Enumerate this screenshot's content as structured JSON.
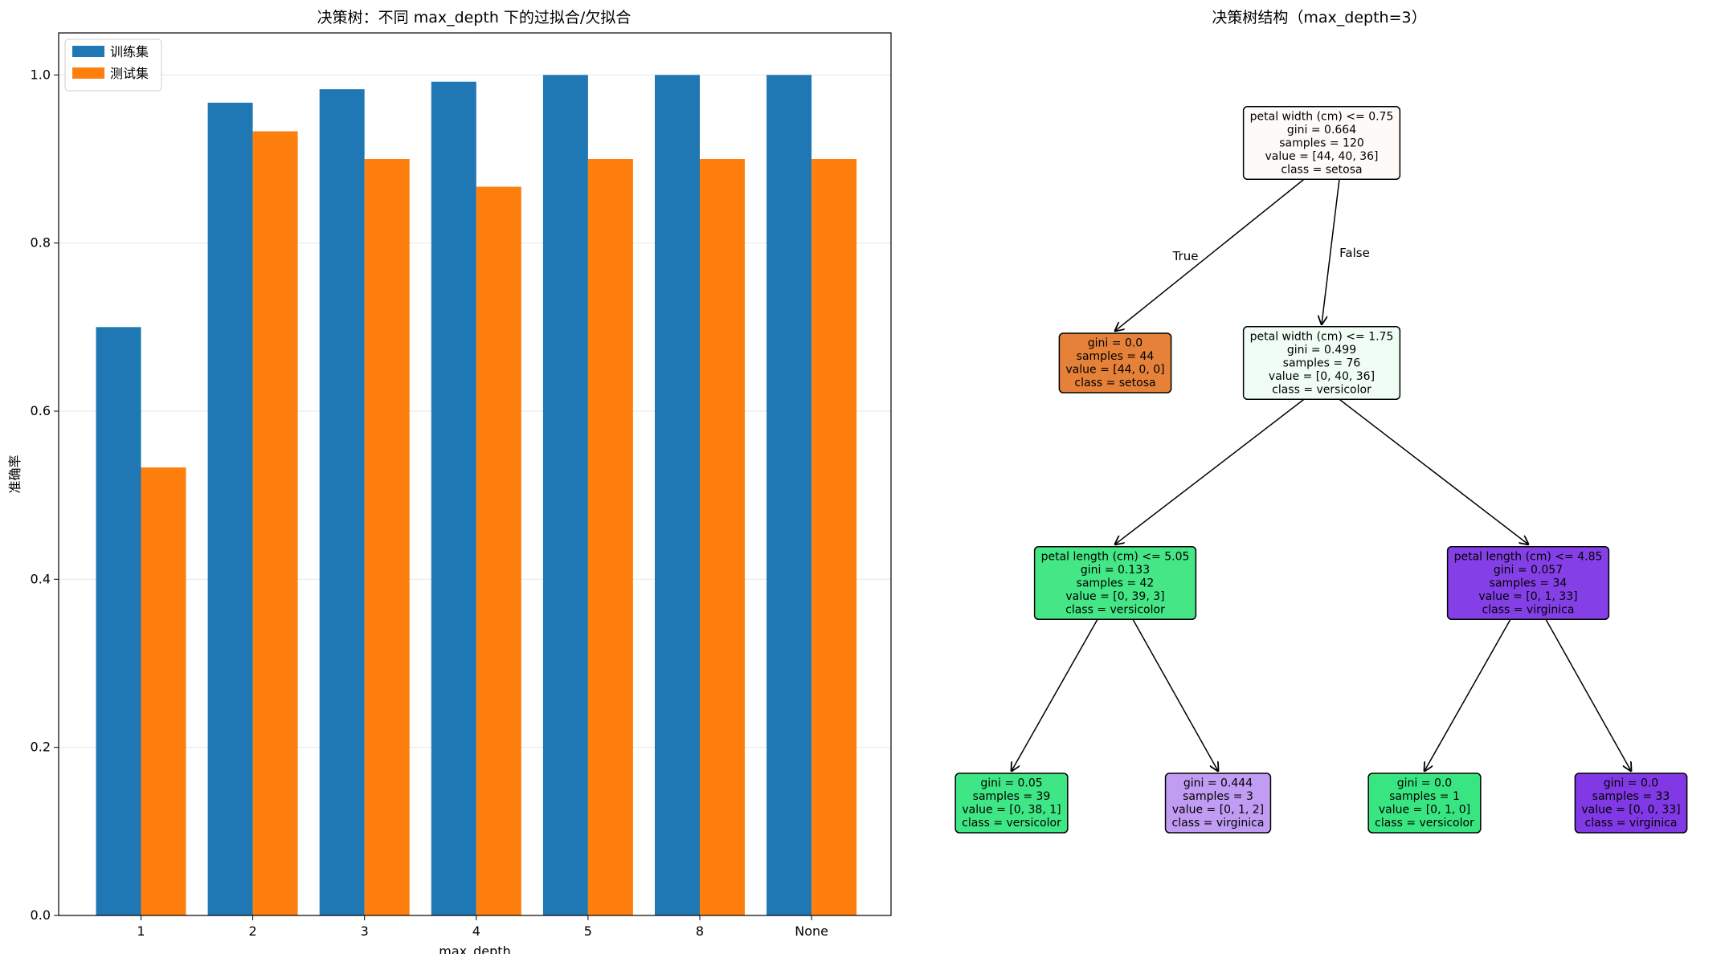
{
  "chart_data": [
    {
      "type": "bar",
      "title": "决策树：不同 max_depth 下的过拟合/欠拟合",
      "xlabel": "max_depth",
      "ylabel": "准确率",
      "categories": [
        "1",
        "2",
        "3",
        "4",
        "5",
        "8",
        "None"
      ],
      "series": [
        {
          "name": "训练集",
          "color": "#1f77b4",
          "values": [
            0.7,
            0.967,
            0.983,
            0.992,
            1.0,
            1.0,
            1.0
          ]
        },
        {
          "name": "测试集",
          "color": "#ff7f0e",
          "values": [
            0.533,
            0.933,
            0.9,
            0.867,
            0.9,
            0.9,
            0.9
          ]
        }
      ],
      "ylim": [
        0,
        1.05
      ],
      "yticks": [
        "0.0",
        "0.2",
        "0.4",
        "0.6",
        "0.8",
        "1.0"
      ],
      "grid": "horizontal",
      "legend": "top-left"
    },
    {
      "type": "tree",
      "title": "决策树结构（max_depth=3）",
      "edge_labels": {
        "left": "True",
        "right": "False"
      },
      "nodes": [
        {
          "id": "n0",
          "parent": null,
          "fill": "#fefaf7",
          "lines": [
            "petal width (cm) <= 0.75",
            "gini = 0.664",
            "samples = 120",
            "value = [44, 40, 36]",
            "class = setosa"
          ]
        },
        {
          "id": "n1",
          "parent": "n0",
          "fill": "#e58139",
          "lines": [
            "gini = 0.0",
            "samples = 44",
            "value = [44, 0, 0]",
            "class = setosa"
          ]
        },
        {
          "id": "n2",
          "parent": "n0",
          "fill": "#effdf4",
          "lines": [
            "petal width (cm) <= 1.75",
            "gini = 0.499",
            "samples = 76",
            "value = [0, 40, 36]",
            "class = versicolor"
          ]
        },
        {
          "id": "n3",
          "parent": "n2",
          "fill": "#44e686",
          "lines": [
            "petal length (cm) <= 5.05",
            "gini = 0.133",
            "samples = 42",
            "value = [0, 39, 3]",
            "class = versicolor"
          ]
        },
        {
          "id": "n4",
          "parent": "n2",
          "fill": "#853fe6",
          "lines": [
            "petal length (cm) <= 4.85",
            "gini = 0.057",
            "samples = 34",
            "value = [0, 1, 33]",
            "class = virginica"
          ]
        },
        {
          "id": "n5",
          "parent": "n3",
          "fill": "#3fe685",
          "lines": [
            "gini = 0.05",
            "samples = 39",
            "value = [0, 38, 1]",
            "class = versicolor"
          ]
        },
        {
          "id": "n6",
          "parent": "n3",
          "fill": "#c09cf2",
          "lines": [
            "gini = 0.444",
            "samples = 3",
            "value = [0, 1, 2]",
            "class = virginica"
          ]
        },
        {
          "id": "n7",
          "parent": "n4",
          "fill": "#39e581",
          "lines": [
            "gini = 0.0",
            "samples = 1",
            "value = [0, 1, 0]",
            "class = versicolor"
          ]
        },
        {
          "id": "n8",
          "parent": "n4",
          "fill": "#8139e5",
          "lines": [
            "gini = 0.0",
            "samples = 33",
            "value = [0, 0, 33]",
            "class = virginica"
          ]
        }
      ]
    }
  ]
}
